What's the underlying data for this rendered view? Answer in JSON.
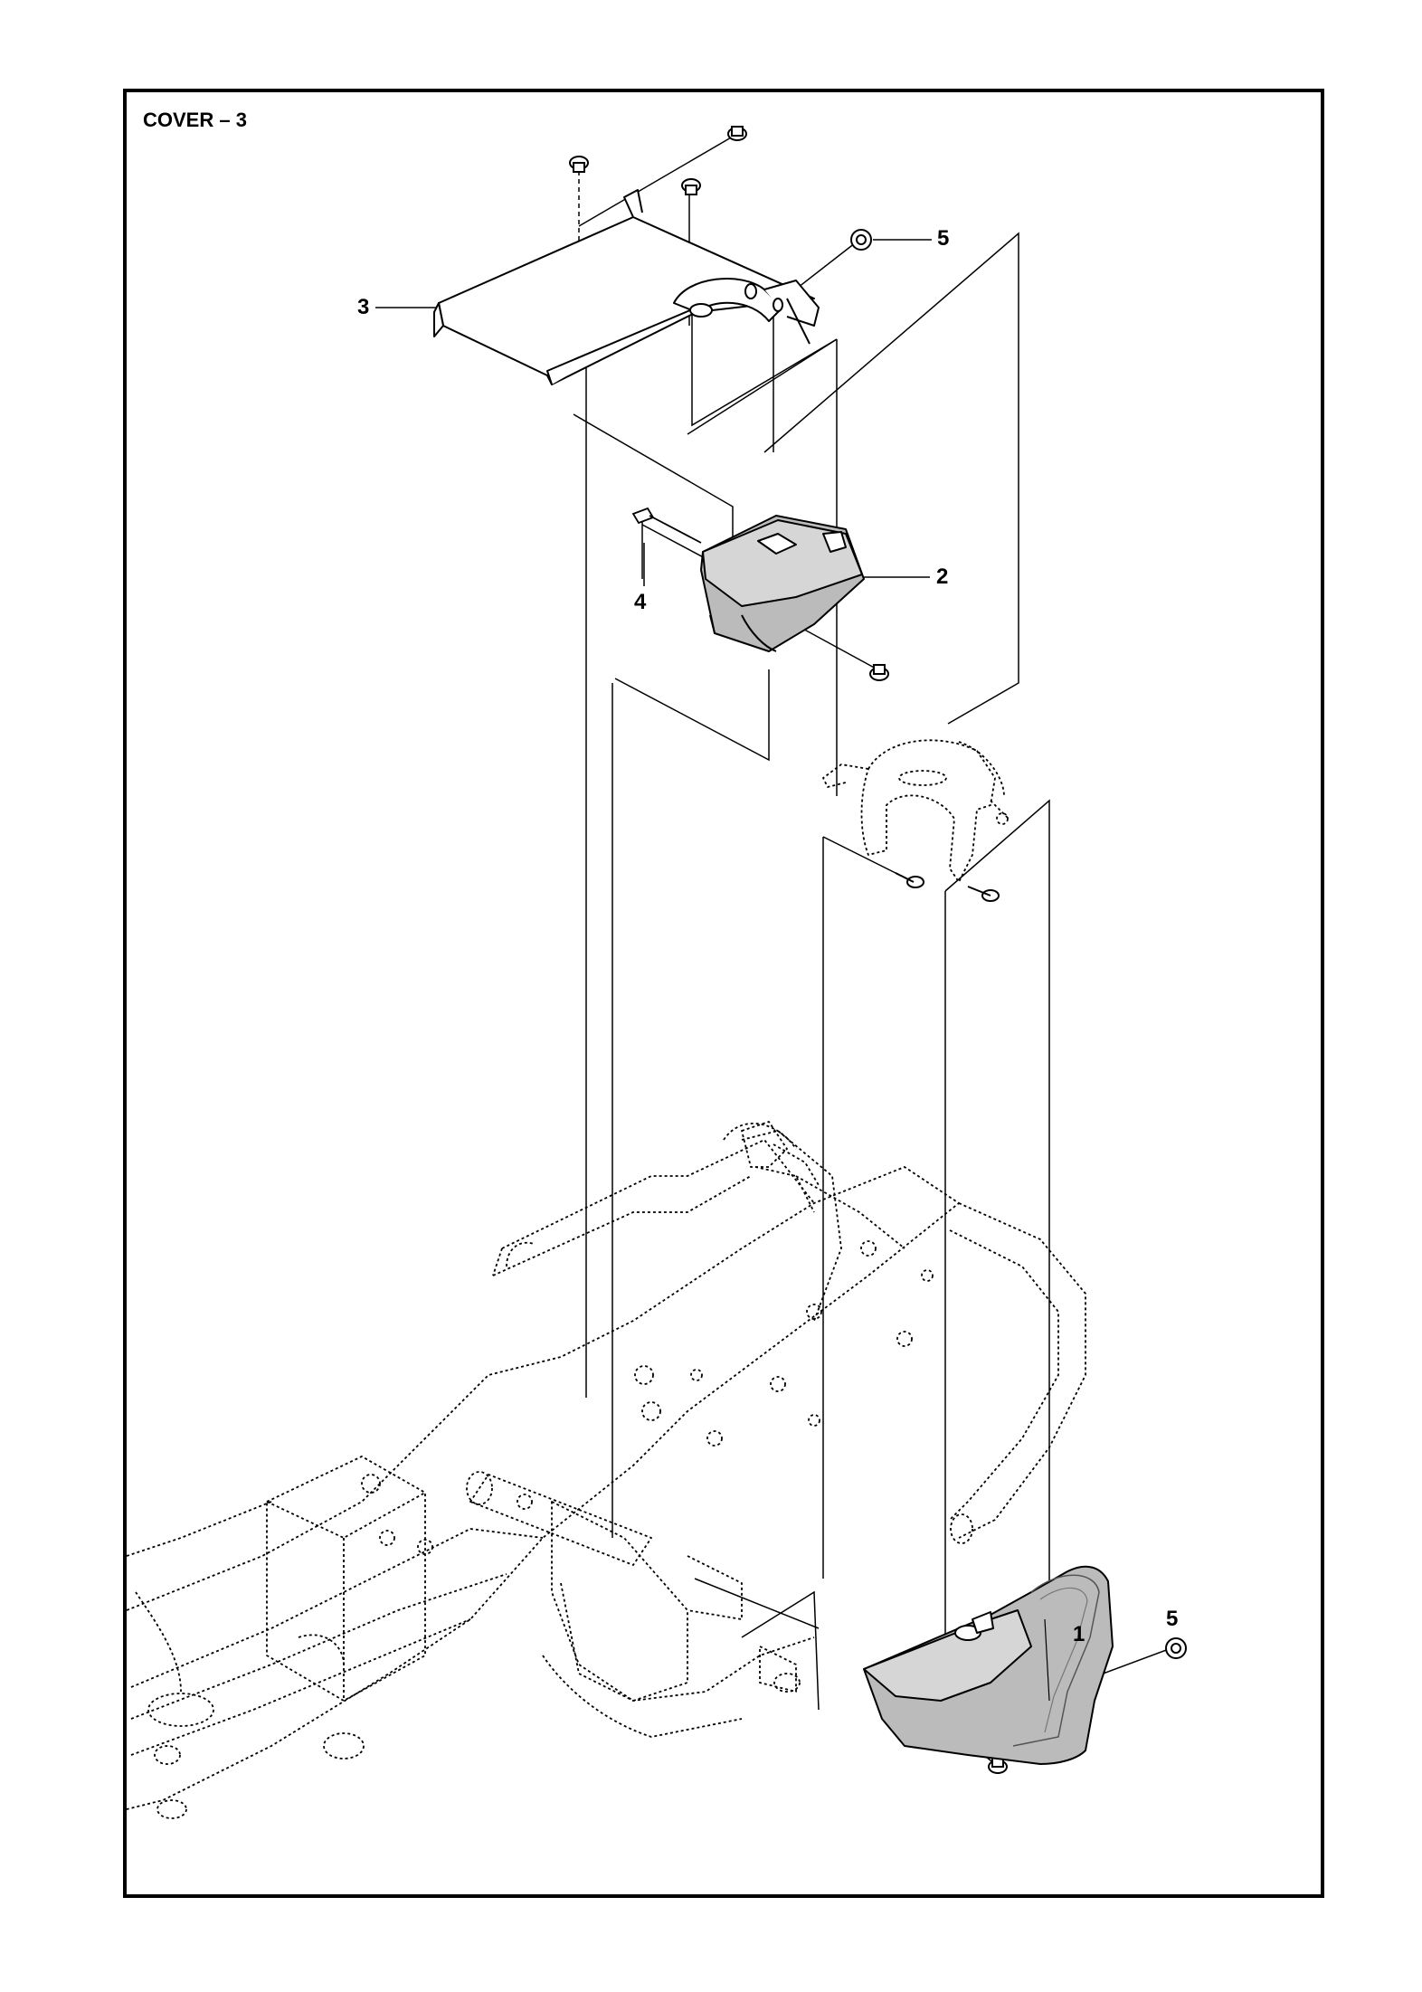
{
  "diagram": {
    "title": "COVER – 3",
    "callouts": {
      "part_1": "1",
      "part_2": "2",
      "part_3": "3",
      "part_4": "4",
      "part_5_upper": "5",
      "part_5_lower": "5"
    }
  },
  "colors": {
    "line": "#000000",
    "cover_fill": "#bbbbbb",
    "cover_dark": "#888888",
    "background": "#ffffff"
  }
}
